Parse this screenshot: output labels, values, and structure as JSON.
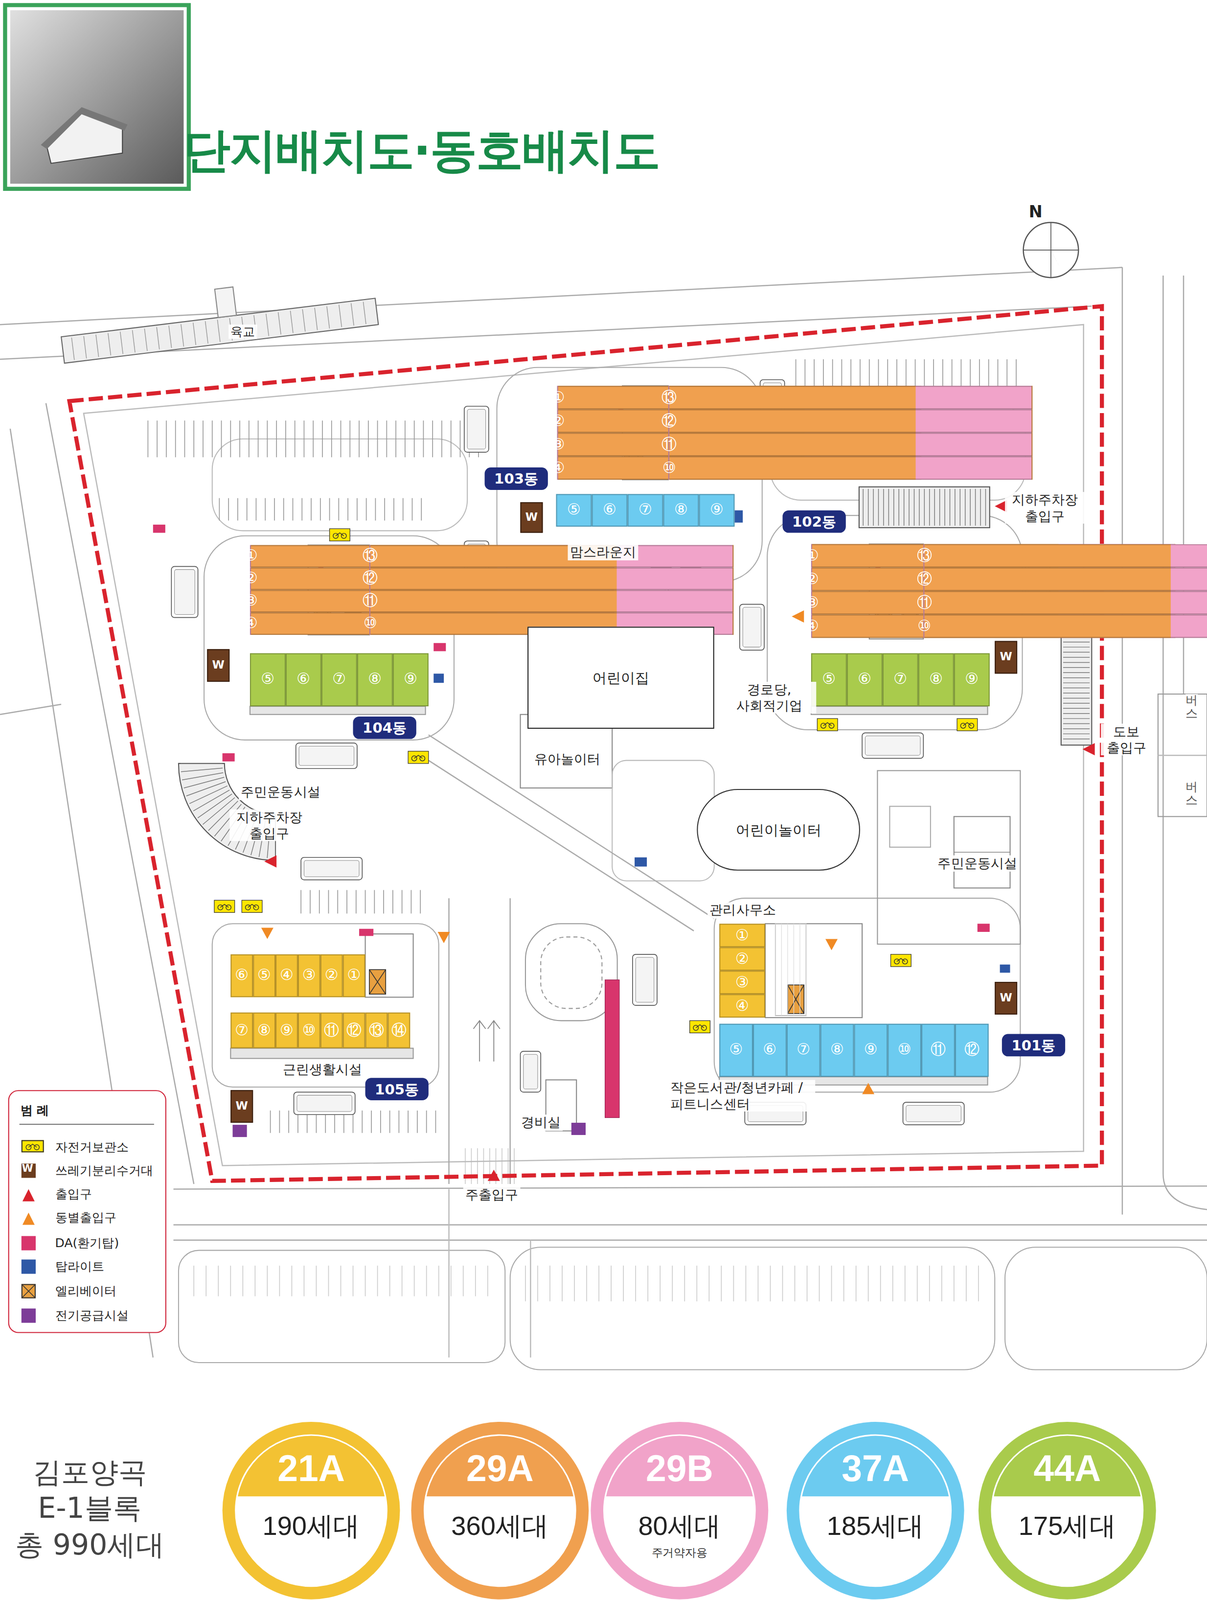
{
  "diagram": {
    "title": "단지배치도·동호배치도",
    "nodes": [
      {
        "text": [
          "①"
        ]
      },
      {
        "text": [
          "②"
        ]
      },
      {
        "text": [
          "③"
        ]
      },
      {
        "text": [
          "④"
        ]
      },
      {
        "text": [
          "⑬"
        ]
      },
      {
        "text": [
          "⑫"
        ]
      },
      {
        "text": [
          "⑪"
        ]
      },
      {
        "text": [
          "⑩"
        ]
      },
      {
        "text": [
          "⑤"
        ]
      },
      {
        "text": [
          "⑥"
        ]
      },
      {
        "text": [
          "⑦"
        ]
      },
      {
        "text": [
          "⑧"
        ]
      },
      {
        "text": [
          "⑨"
        ]
      },
      {
        "text": [
          "103동"
        ]
      },
      {
        "text": [
          "W"
        ]
      },
      {
        "text": [
          "①"
        ]
      },
      {
        "text": [
          "②"
        ]
      },
      {
        "text": [
          "③"
        ]
      },
      {
        "text": [
          "④"
        ]
      },
      {
        "text": [
          "⑬"
        ]
      },
      {
        "text": [
          "⑫"
        ]
      },
      {
        "text": [
          "⑪"
        ]
      },
      {
        "text": [
          "⑩"
        ]
      },
      {
        "text": [
          "⑤"
        ]
      },
      {
        "text": [
          "⑥"
        ]
      },
      {
        "text": [
          "⑦"
        ]
      },
      {
        "text": [
          "⑧"
        ]
      },
      {
        "text": [
          "⑨"
        ]
      },
      {
        "text": [
          "104동"
        ]
      },
      {
        "text": [
          "W"
        ]
      },
      {
        "text": [
          "①"
        ]
      },
      {
        "text": [
          "②"
        ]
      },
      {
        "text": [
          "③"
        ]
      },
      {
        "text": [
          "④"
        ]
      },
      {
        "text": [
          "⑬"
        ]
      },
      {
        "text": [
          "⑫"
        ]
      },
      {
        "text": [
          "⑪"
        ]
      },
      {
        "text": [
          "⑩"
        ]
      },
      {
        "text": [
          "⑤"
        ]
      },
      {
        "text": [
          "⑥"
        ]
      },
      {
        "text": [
          "⑦"
        ]
      },
      {
        "text": [
          "⑧"
        ]
      },
      {
        "text": [
          "⑨"
        ]
      },
      {
        "text": [
          "102동"
        ]
      },
      {
        "text": [
          "W"
        ]
      },
      {
        "text": [
          "①"
        ]
      },
      {
        "text": [
          "②"
        ]
      },
      {
        "text": [
          "③"
        ]
      },
      {
        "text": [
          "④"
        ]
      },
      {
        "text": [
          "⑤"
        ]
      },
      {
        "text": [
          "⑥"
        ]
      },
      {
        "text": [
          "⑦"
        ]
      },
      {
        "text": [
          "⑧"
        ]
      },
      {
        "text": [
          "⑨"
        ]
      },
      {
        "text": [
          "⑩"
        ]
      },
      {
        "text": [
          "⑪"
        ]
      },
      {
        "text": [
          "⑫"
        ]
      },
      {
        "text": [
          "101동"
        ]
      },
      {
        "text": [
          "W"
        ]
      },
      {
        "text": [
          "⑥"
        ]
      },
      {
        "text": [
          "⑤"
        ]
      },
      {
        "text": [
          "④"
        ]
      },
      {
        "text": [
          "③"
        ]
      },
      {
        "text": [
          "②"
        ]
      },
      {
        "text": [
          "①"
        ]
      },
      {
        "text": [
          "⑦"
        ]
      },
      {
        "text": [
          "⑧"
        ]
      },
      {
        "text": [
          "⑨"
        ]
      },
      {
        "text": [
          "⑩"
        ]
      },
      {
        "text": [
          "⑪"
        ]
      },
      {
        "text": [
          "⑫"
        ]
      },
      {
        "text": [
          "⑬"
        ]
      },
      {
        "text": [
          "⑭"
        ]
      },
      {
        "text": [
          "105동"
        ]
      },
      {
        "text": [
          "W"
        ]
      },
      {
        "text": [
          "어린이집"
        ]
      },
      {
        "text": [
          "어린이놀이터"
        ]
      },
      {
        "text": [
          "21A",
          "190세대"
        ]
      },
      {
        "text": [
          "29A",
          "360세대"
        ]
      },
      {
        "text": [
          "29B",
          "80세대",
          "주거약자용"
        ]
      },
      {
        "text": [
          "37A",
          "185세대"
        ]
      },
      {
        "text": [
          "44A",
          "175세대"
        ]
      }
    ],
    "labels": [
      "육교",
      "맘스라운지",
      "지하주차장 출입구",
      "경로당, 사회적기업",
      "도보 출입구",
      "버스",
      "버스",
      "유아놀이터",
      "주민운동시설",
      "지하주차장 출입구",
      "주민운동시설",
      "관리사무소",
      "근린생활시설",
      "작은도서관/청년카페 /피트니스센터",
      "경비실",
      "주출입구",
      "김포양곡",
      "E-1블록",
      "총 990세대",
      "N",
      "W",
      "범 례"
    ],
    "legend": [
      {
        "text": "자전거보관소",
        "color": "#ffe600"
      },
      {
        "text": "쓰레기분리수거대",
        "color": "#6b3d1f"
      },
      {
        "text": "출입구"
      },
      {
        "text": "동별출입구"
      },
      {
        "text": "DA(환기탑)",
        "color": "#d8356c"
      },
      {
        "text": "탑라이트",
        "color": "#2e58a6"
      },
      {
        "text": "엘리베이터",
        "color": "#e8a040"
      },
      {
        "text": "전기공급시설",
        "color": "#7d3c98"
      }
    ]
  }
}
